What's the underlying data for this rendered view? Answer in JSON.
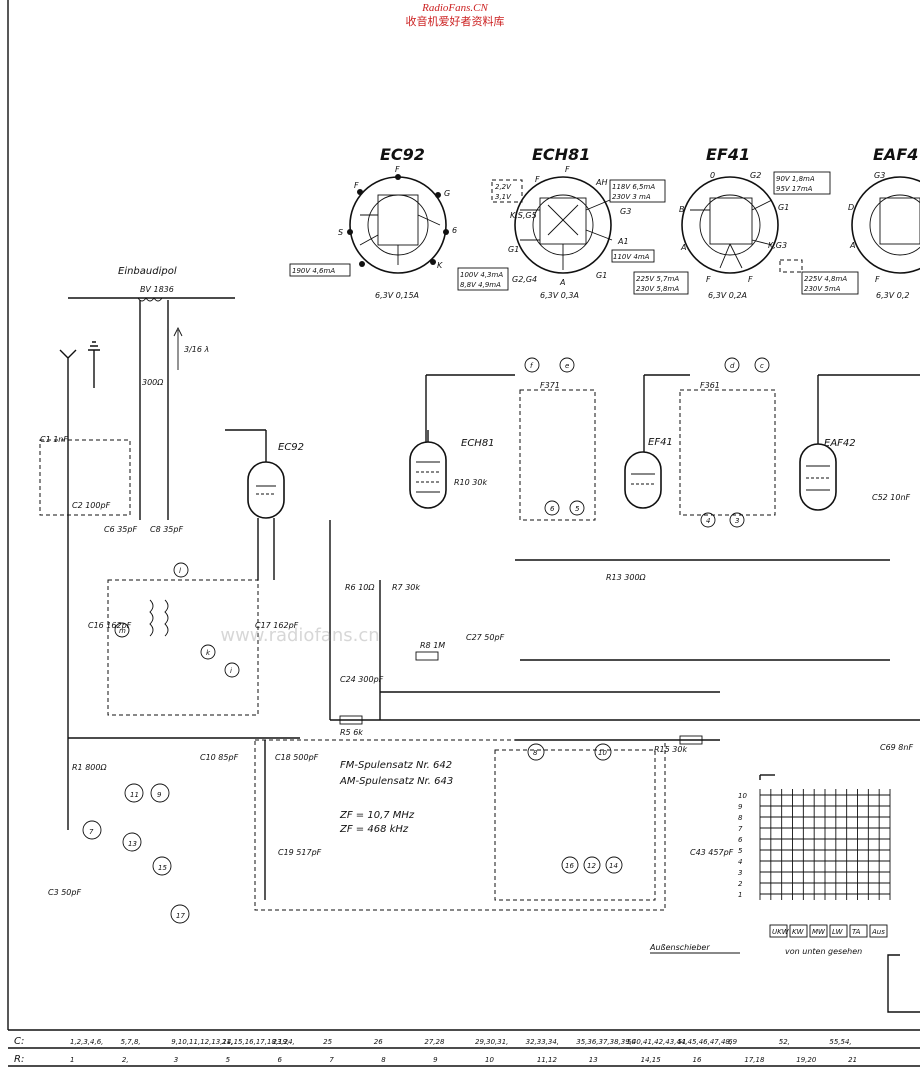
{
  "watermark": {
    "site": "RadioFans.CN",
    "subtitle": "收音机爱好者资料库",
    "center": "www.radiofans.cn"
  },
  "pinouts": [
    {
      "tube": "EC92",
      "heater": "6,3V 0,15A",
      "box": "190V 4,6mA"
    },
    {
      "tube": "ECH81",
      "heater": "6,3V 0,3A",
      "box1": "118V 6,5mA",
      "box2": "230V 3 mA",
      "box3": "110V 4mA",
      "box4": "100V 4,3mA",
      "box5": "8,8V 4,9mA",
      "v1": "2,2V",
      "v2": "3,1V"
    },
    {
      "tube": "EF41",
      "heater": "6,3V 0,2A",
      "box1": "90V 1,8mA",
      "box2": "95V 17mA",
      "box3": "225V 5,7mA",
      "box4": "230V 5,8mA"
    },
    {
      "tube": "EAF4",
      "heater": "6,3V 0,2",
      "box1": "225V 4,8mA",
      "box2": "230V 5mA"
    }
  ],
  "labels": {
    "antenna": "Einbaudipol",
    "bv1836": "BV 1836",
    "quarter_wave": "3/16 λ",
    "ohm300": "300Ω",
    "fm_coils": "FM-Spulensatz Nr. 642",
    "am_coils": "AM-Spulensatz Nr. 643",
    "zf_fm": "ZF = 10,7 MHz",
    "zf_am": "ZF = 468 kHz",
    "slider": "Außenschieber",
    "view_from_below": "von unten gesehen",
    "ec92": "EC92",
    "ech81": "ECH81",
    "ef41": "EF41",
    "eaf42": "EAF42",
    "f371": "F371",
    "f361": "F361"
  },
  "switch_buttons": [
    "UKW",
    "KW",
    "MW",
    "LW",
    "TA",
    "Aus"
  ],
  "bottom_rows": {
    "c_label": "C:",
    "r_label": "R:",
    "c_groups": [
      "1,2,3,4,6,",
      "5,7,8,",
      "9,10,11,12,13,14,15,16,17,18,19,",
      "21,",
      "23,24,",
      "25",
      "26",
      "27,28",
      "29,30,31,",
      "32,33,34,",
      "35,36,37,38,39,40,41,42,43,44,45,46,47,48,",
      "50",
      "51",
      "69",
      "52,",
      "55,54,"
    ],
    "r_groups": [
      "1",
      "2,",
      "3",
      "5",
      "6",
      "7",
      "8",
      "9",
      "10",
      "11,12",
      "13",
      "14,15",
      "16",
      "17,18",
      "19,20",
      "21"
    ]
  },
  "components": {
    "c1": "C1 1nF",
    "c2": "C2 100pF",
    "c6": "C6 35pF",
    "c8": "C8 35pF",
    "c16": "C16 162pF",
    "c17": "C17 162pF",
    "c18": "C18 500pF",
    "c19": "C19 517pF",
    "c3": "C3 50pF",
    "c10": "C10 85pF",
    "c24": "C24 300pF",
    "c27": "C27 50pF",
    "c43": "C43 457pF",
    "c69": "C69 8nF",
    "c52": "C52 10nF",
    "r1": "R1 800Ω",
    "r5": "R5 6k",
    "r6": "R6 10Ω",
    "r7": "R7 30k",
    "r8": "R8 1M",
    "r10": "R10 30k",
    "r13": "R13 300Ω",
    "r15": "R15 30k"
  },
  "matrix_rows": [
    "10",
    "9",
    "8",
    "7",
    "6",
    "5",
    "4",
    "3",
    "2",
    "1"
  ]
}
